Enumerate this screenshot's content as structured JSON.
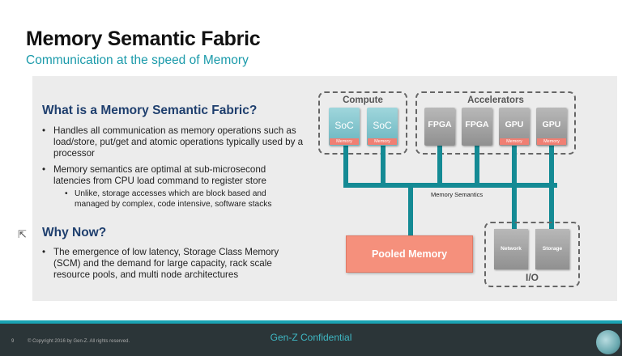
{
  "slide": {
    "title": "Memory Semantic Fabric",
    "subtitle": "Communication at the speed of Memory"
  },
  "section1": {
    "heading": "What is a Memory Semantic Fabric?",
    "bullets": [
      "Handles all communication as memory operations such as load/store, put/get and atomic operations typically used by a processor",
      "Memory semantics are optimal at sub-microsecond latencies from CPU load command to register store"
    ],
    "sub_bullets": [
      "Unlike, storage accesses which are block based and managed by complex, code intensive, software stacks"
    ]
  },
  "section2": {
    "heading": "Why Now?",
    "bullets": [
      "The emergence of low latency, Storage Class Memory (SCM) and the demand for large capacity, rack scale resource pools, and multi node architectures"
    ]
  },
  "diagram": {
    "compute_label": "Compute",
    "accelerators_label": "Accelerators",
    "io_label": "I/O",
    "chips": [
      {
        "label": "SoC",
        "memory": "Memory"
      },
      {
        "label": "SoC",
        "memory": "Memory"
      },
      {
        "label": "FPGA",
        "memory": ""
      },
      {
        "label": "FPGA",
        "memory": ""
      },
      {
        "label": "GPU",
        "memory": "Memory"
      },
      {
        "label": "GPU",
        "memory": "Memory"
      }
    ],
    "bus_label": "Memory Semantics",
    "pooled_memory": "Pooled Memory",
    "io_devices": [
      "Network",
      "Storage"
    ],
    "colors": {
      "bus": "#148a94",
      "soc": "#8cccd3",
      "pooled": "#f5907c",
      "memory_tag": "#f07f73"
    }
  },
  "footer": {
    "page_number": "9",
    "copyright": "© Copyright 2016 by Gen-Z. All rights reserved.",
    "confidential": "Gen-Z Confidential"
  }
}
